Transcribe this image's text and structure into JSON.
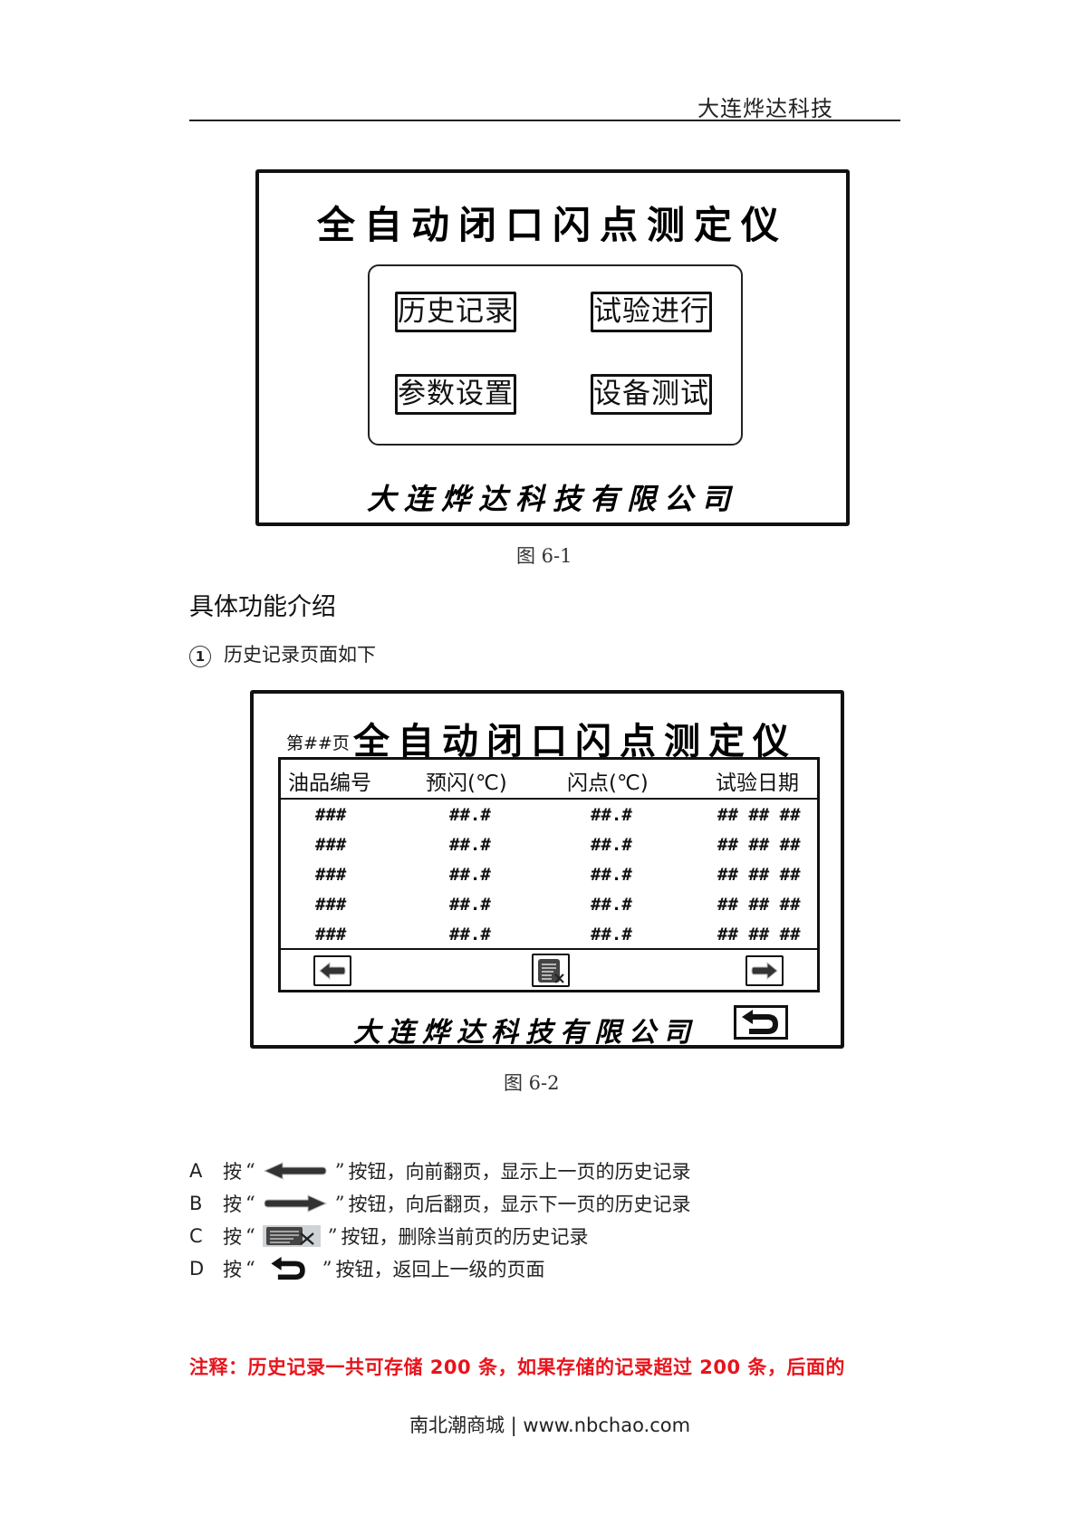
{
  "header": {
    "company": "大连烨达科技"
  },
  "figure1": {
    "title": "全自动闭口闪点测定仪",
    "menu": [
      {
        "label": "历史记录"
      },
      {
        "label": "试验进行"
      },
      {
        "label": "参数设置"
      },
      {
        "label": "设备测试"
      }
    ],
    "company": "大连烨达科技有限公司",
    "caption": "图 6-1"
  },
  "section": {
    "title": "具体功能介绍",
    "item_number": "1",
    "item_text": "历史记录页面如下"
  },
  "figure2": {
    "page_label": "第##页",
    "title": "全自动闭口闪点测定仪",
    "columns": [
      "油品编号",
      "预闪(℃)",
      "闪点(℃)",
      "试验日期"
    ],
    "rows": [
      [
        "###",
        "##.#",
        "##.#",
        "## ## ##"
      ],
      [
        "###",
        "##.#",
        "##.#",
        "## ## ##"
      ],
      [
        "###",
        "##.#",
        "##.#",
        "## ## ##"
      ],
      [
        "###",
        "##.#",
        "##.#",
        "## ## ##"
      ],
      [
        "###",
        "##.#",
        "##.#",
        "## ## ##"
      ]
    ],
    "icons": {
      "prev": "arrow-left-icon",
      "delete": "delete-list-icon",
      "next": "arrow-right-icon",
      "back": "return-icon"
    },
    "company": "大连烨达科技有限公司",
    "caption": "图 6-2"
  },
  "instructions": [
    {
      "letter": "A",
      "prefix": "按",
      "open_quote": "“",
      "close_quote": "”",
      "icon": "arrow-left-icon",
      "text": "按钮，向前翻页，显示上一页的历史记录"
    },
    {
      "letter": "B",
      "prefix": "按",
      "open_quote": "“",
      "close_quote": "”",
      "icon": "arrow-right-icon",
      "text": "按钮，向后翻页，显示下一页的历史记录"
    },
    {
      "letter": "C",
      "prefix": "按",
      "open_quote": "“",
      "close_quote": "”",
      "icon": "delete-list-icon",
      "text": "按钮，删除当前页的历史记录"
    },
    {
      "letter": "D",
      "prefix": "按",
      "open_quote": "“",
      "close_quote": "”",
      "icon": "return-icon",
      "text": "按钮，返回上一级的页面"
    }
  ],
  "note": {
    "text": "注释：历史记录一共可存储 200 条，如果存储的记录超过 200 条，后面的",
    "color": "#e8141c"
  },
  "footer": {
    "text": "南北潮商城 | www.nbchao.com"
  }
}
